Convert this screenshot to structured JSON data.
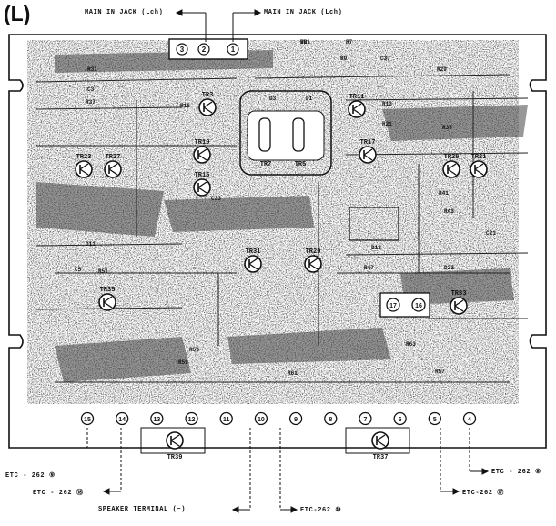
{
  "diagram": {
    "side_label": "(L)",
    "top_labels": {
      "main_in_jack_left": "MAIN IN JACK (Lch)",
      "main_in_jack_right": "MAIN IN JACK (Lch)"
    },
    "top_connector_pins": [
      "3",
      "2",
      "1"
    ],
    "bottom_terminals": [
      "15",
      "14",
      "13",
      "12",
      "11",
      "10",
      "9",
      "8",
      "7",
      "6",
      "5",
      "4"
    ],
    "transistors": [
      "TR3",
      "TR11",
      "TR7",
      "TR5",
      "TR23",
      "TR27",
      "TR25",
      "TR21",
      "TR19",
      "TR17",
      "TR15",
      "TR31",
      "TR29",
      "TR35",
      "TR33",
      "TR39",
      "TR37"
    ],
    "components": [
      "R3",
      "R7",
      "R9",
      "R15",
      "R13",
      "R21",
      "R29",
      "R31",
      "R35",
      "R37",
      "R41",
      "R43",
      "R47",
      "R51",
      "R53",
      "R57",
      "R59",
      "R61",
      "R63",
      "D3",
      "D1",
      "D11",
      "D13",
      "D23",
      "C3",
      "C5",
      "C21",
      "C33",
      "C37",
      "VR1"
    ],
    "pcb_pads": [
      "17",
      "16"
    ],
    "callouts": {
      "etc_9": "ETC - 262 ⑨",
      "etc_18": "ETC - 262 ⑱",
      "speaker": "SPEAKER TERMINAL (−)",
      "etc_10": "ETC-262 ⑩",
      "etc_17": "ETC-262 ⑰",
      "etc_8": "ETC - 262 ⑧"
    }
  }
}
